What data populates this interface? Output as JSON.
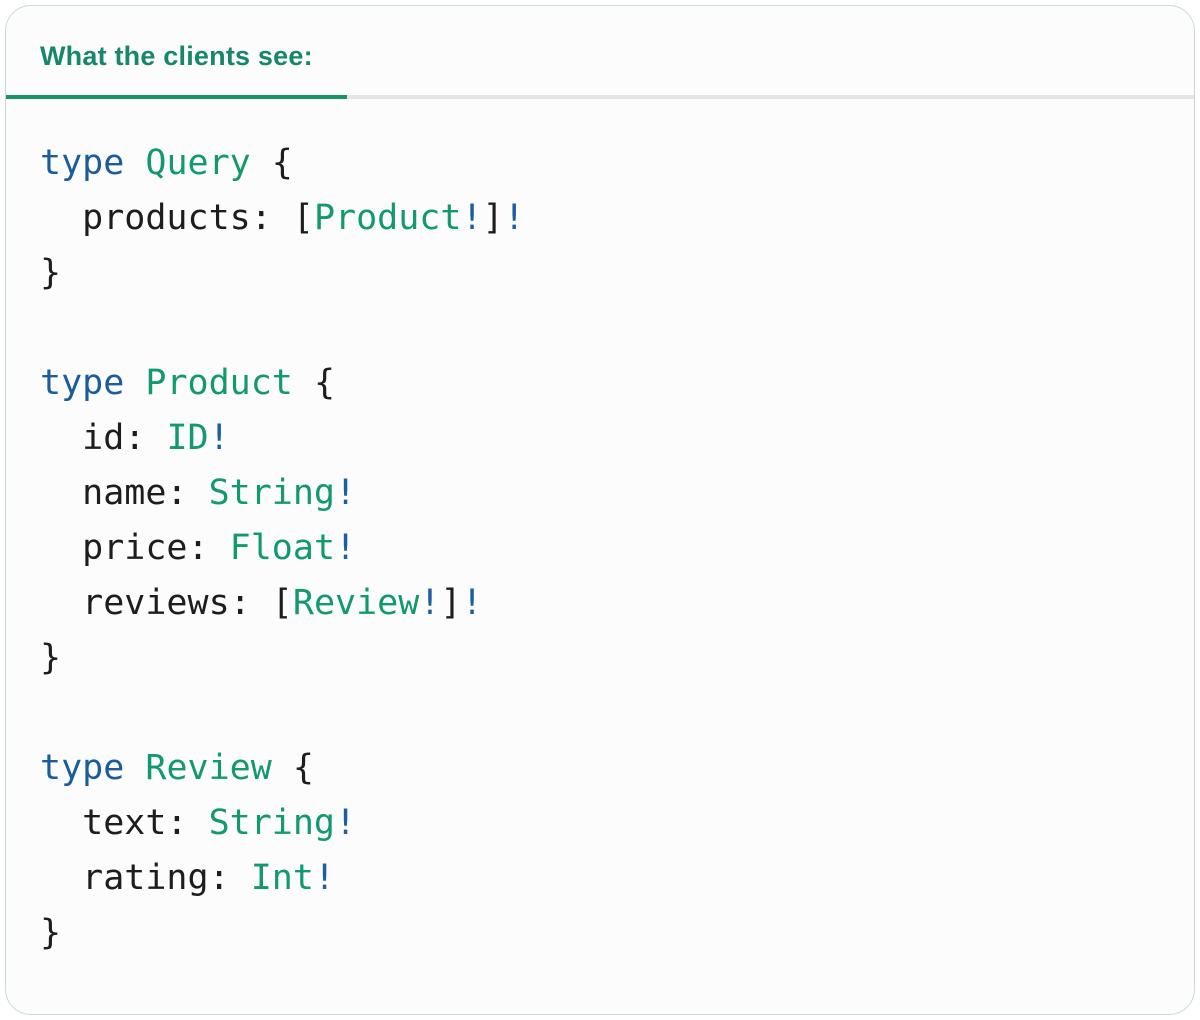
{
  "tab": {
    "label": "What the clients see:"
  },
  "colors": {
    "card_bg": "#fcfcfc",
    "card_border": "#c9ddcf",
    "divider": "#e4e4e4",
    "tab_underline": "#16946e",
    "header_teal": "#17876a",
    "accent_teal": "#12996f",
    "keyword_blue": "#1a5c9c",
    "bang_blue": "#1b5fa3",
    "plain": "#1d1d1d"
  },
  "code": {
    "language": "graphql",
    "lines": [
      [
        {
          "s": "kw",
          "v": "type"
        },
        {
          "s": "pl",
          "v": " "
        },
        {
          "s": "ty",
          "v": "Query"
        },
        {
          "s": "pl",
          "v": " {"
        }
      ],
      [
        {
          "s": "pl",
          "v": "  products: ["
        },
        {
          "s": "ty",
          "v": "Product"
        },
        {
          "s": "bg",
          "v": "!"
        },
        {
          "s": "pl",
          "v": "]"
        },
        {
          "s": "bg",
          "v": "!"
        }
      ],
      [
        {
          "s": "pl",
          "v": "}"
        }
      ],
      [],
      [
        {
          "s": "kw",
          "v": "type"
        },
        {
          "s": "pl",
          "v": " "
        },
        {
          "s": "ty",
          "v": "Product"
        },
        {
          "s": "pl",
          "v": " {"
        }
      ],
      [
        {
          "s": "pl",
          "v": "  id: "
        },
        {
          "s": "ty",
          "v": "ID"
        },
        {
          "s": "bg",
          "v": "!"
        }
      ],
      [
        {
          "s": "pl",
          "v": "  name: "
        },
        {
          "s": "ty",
          "v": "String"
        },
        {
          "s": "bg",
          "v": "!"
        }
      ],
      [
        {
          "s": "pl",
          "v": "  price: "
        },
        {
          "s": "ty",
          "v": "Float"
        },
        {
          "s": "bg",
          "v": "!"
        }
      ],
      [
        {
          "s": "pl",
          "v": "  reviews: ["
        },
        {
          "s": "ty",
          "v": "Review"
        },
        {
          "s": "bg",
          "v": "!"
        },
        {
          "s": "pl",
          "v": "]"
        },
        {
          "s": "bg",
          "v": "!"
        }
      ],
      [
        {
          "s": "pl",
          "v": "}"
        }
      ],
      [],
      [
        {
          "s": "kw",
          "v": "type"
        },
        {
          "s": "pl",
          "v": " "
        },
        {
          "s": "ty",
          "v": "Review"
        },
        {
          "s": "pl",
          "v": " {"
        }
      ],
      [
        {
          "s": "pl",
          "v": "  text: "
        },
        {
          "s": "ty",
          "v": "String"
        },
        {
          "s": "bg",
          "v": "!"
        }
      ],
      [
        {
          "s": "pl",
          "v": "  rating: "
        },
        {
          "s": "ty",
          "v": "Int"
        },
        {
          "s": "bg",
          "v": "!"
        }
      ],
      [
        {
          "s": "pl",
          "v": "}"
        }
      ]
    ]
  }
}
